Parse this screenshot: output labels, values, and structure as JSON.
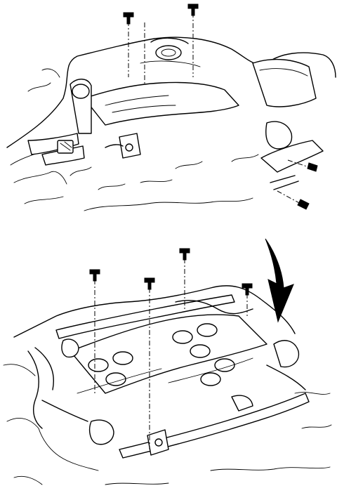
{
  "figure": {
    "panels": [
      {
        "name": "upper-view",
        "bolts": 4
      },
      {
        "name": "lower-view",
        "bolts": 4
      }
    ],
    "icons": [
      "bolt-icon",
      "arrow-down-icon"
    ],
    "colors": {
      "ink": "#000000",
      "paper": "#ffffff"
    }
  }
}
